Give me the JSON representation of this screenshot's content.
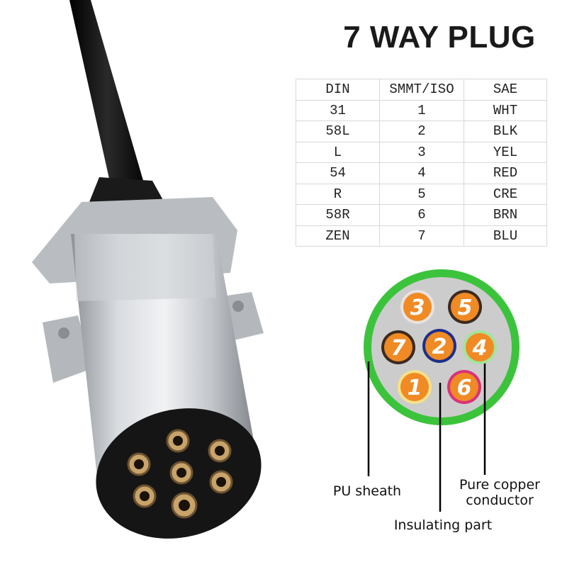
{
  "title": "7 WAY PLUG",
  "table": {
    "headers": [
      "DIN",
      "SMMT/ISO",
      "SAE"
    ],
    "rows": [
      [
        "31",
        "1",
        "WHT"
      ],
      [
        "58L",
        "2",
        "BLK"
      ],
      [
        "L",
        "3",
        "YEL"
      ],
      [
        "54",
        "4",
        "RED"
      ],
      [
        "R",
        "5",
        "CRE"
      ],
      [
        "58R",
        "6",
        "BRN"
      ],
      [
        "ZEN",
        "7",
        "BLU"
      ]
    ]
  },
  "diagram": {
    "pins": [
      {
        "label": "3",
        "ring": "#e8e2e0"
      },
      {
        "label": "5",
        "ring": "#3b2a22"
      },
      {
        "label": "7",
        "ring": "#3b2a22"
      },
      {
        "label": "2",
        "ring": "#1c2f8a"
      },
      {
        "label": "4",
        "ring": "#a4e39b"
      },
      {
        "label": "1",
        "ring": "#f3e28a"
      },
      {
        "label": "6",
        "ring": "#d9327a"
      }
    ],
    "labels": {
      "pu_sheath": "PU sheath",
      "copper_line1": "Pure copper",
      "copper_line2": "conductor",
      "insulating": "Insulating part"
    }
  },
  "colors": {
    "sheath": "#3cc33c",
    "insulator": "#cccccc",
    "pin": "#f08a24"
  }
}
